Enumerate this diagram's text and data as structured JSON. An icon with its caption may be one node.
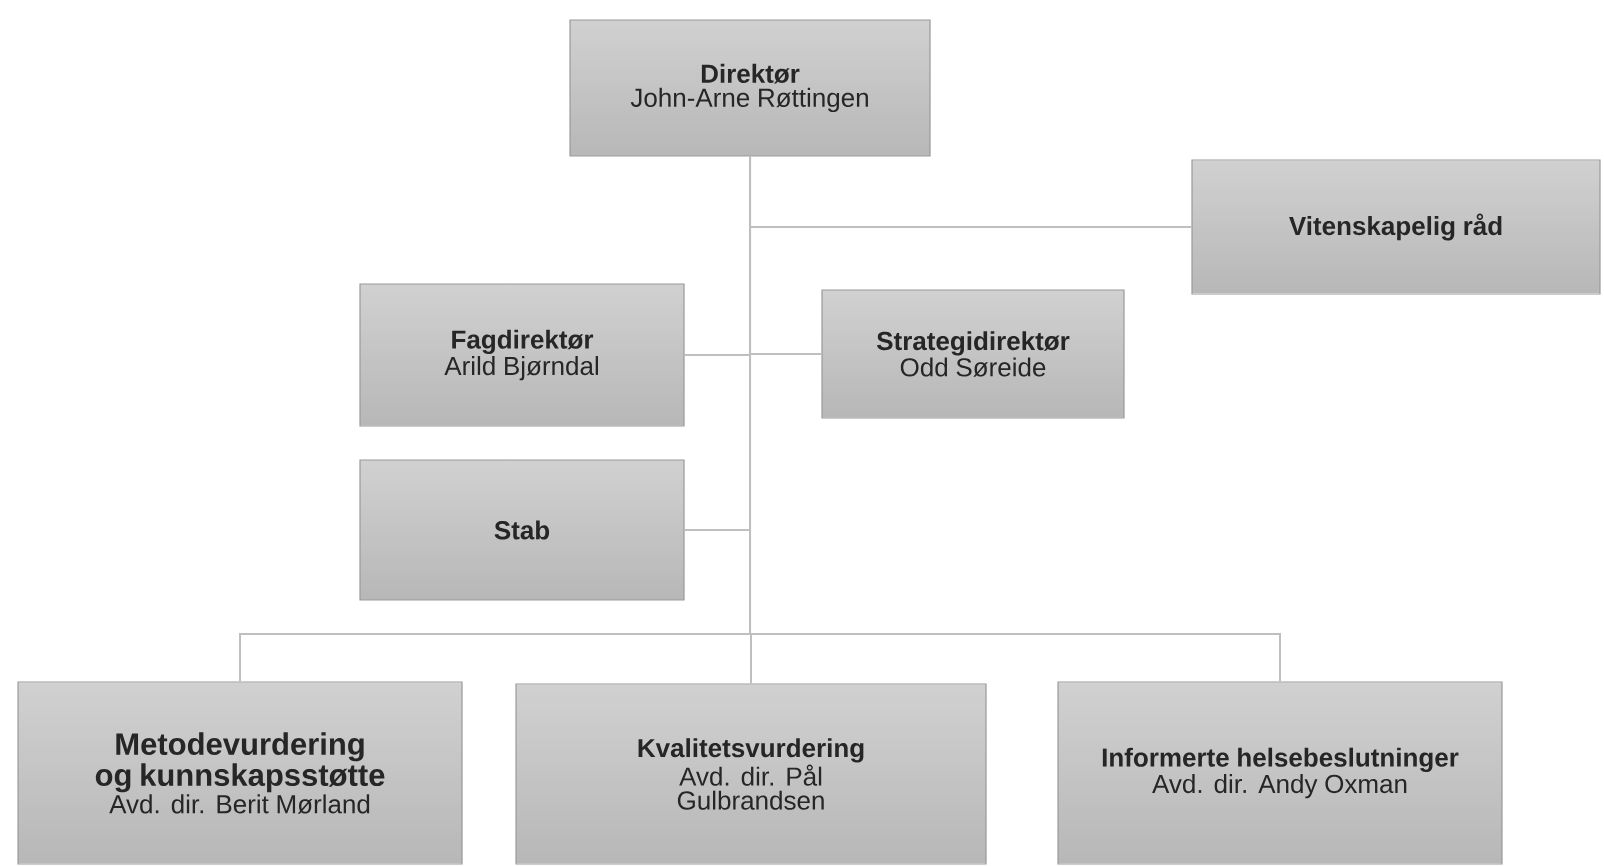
{
  "diagram": {
    "nodes": [
      {
        "text": [
          "Direktør",
          "John-Arne Røttingen"
        ]
      },
      {
        "text": [
          "Vitenskapelig råd"
        ]
      },
      {
        "text": [
          "Fagdirektør",
          "Arild Bjørndal"
        ]
      },
      {
        "text": [
          "Strategidirektør",
          "Odd Søreide"
        ]
      },
      {
        "text": [
          "Stab"
        ]
      },
      {
        "text": [
          "Metodevurdering og kunnskapsstøtte",
          "Avd. dir. Berit Mørland"
        ]
      },
      {
        "text": [
          "Kvalitetsvurdering",
          "Avd. dir. Pål Gulbrandsen"
        ]
      },
      {
        "text": [
          "Informerte helsebeslutninger",
          "Avd. dir. Andy Oxman"
        ]
      }
    ],
    "edges": [
      {
        "from": 0,
        "to": 1,
        "arrow": "none"
      },
      {
        "from": 0,
        "to": 2,
        "arrow": "none"
      },
      {
        "from": 0,
        "to": 3,
        "arrow": "none"
      },
      {
        "from": 0,
        "to": 4,
        "arrow": "none"
      },
      {
        "from": 0,
        "to": 5,
        "arrow": "none"
      },
      {
        "from": 0,
        "to": 6,
        "arrow": "none"
      },
      {
        "from": 0,
        "to": 7,
        "arrow": "none"
      }
    ]
  }
}
